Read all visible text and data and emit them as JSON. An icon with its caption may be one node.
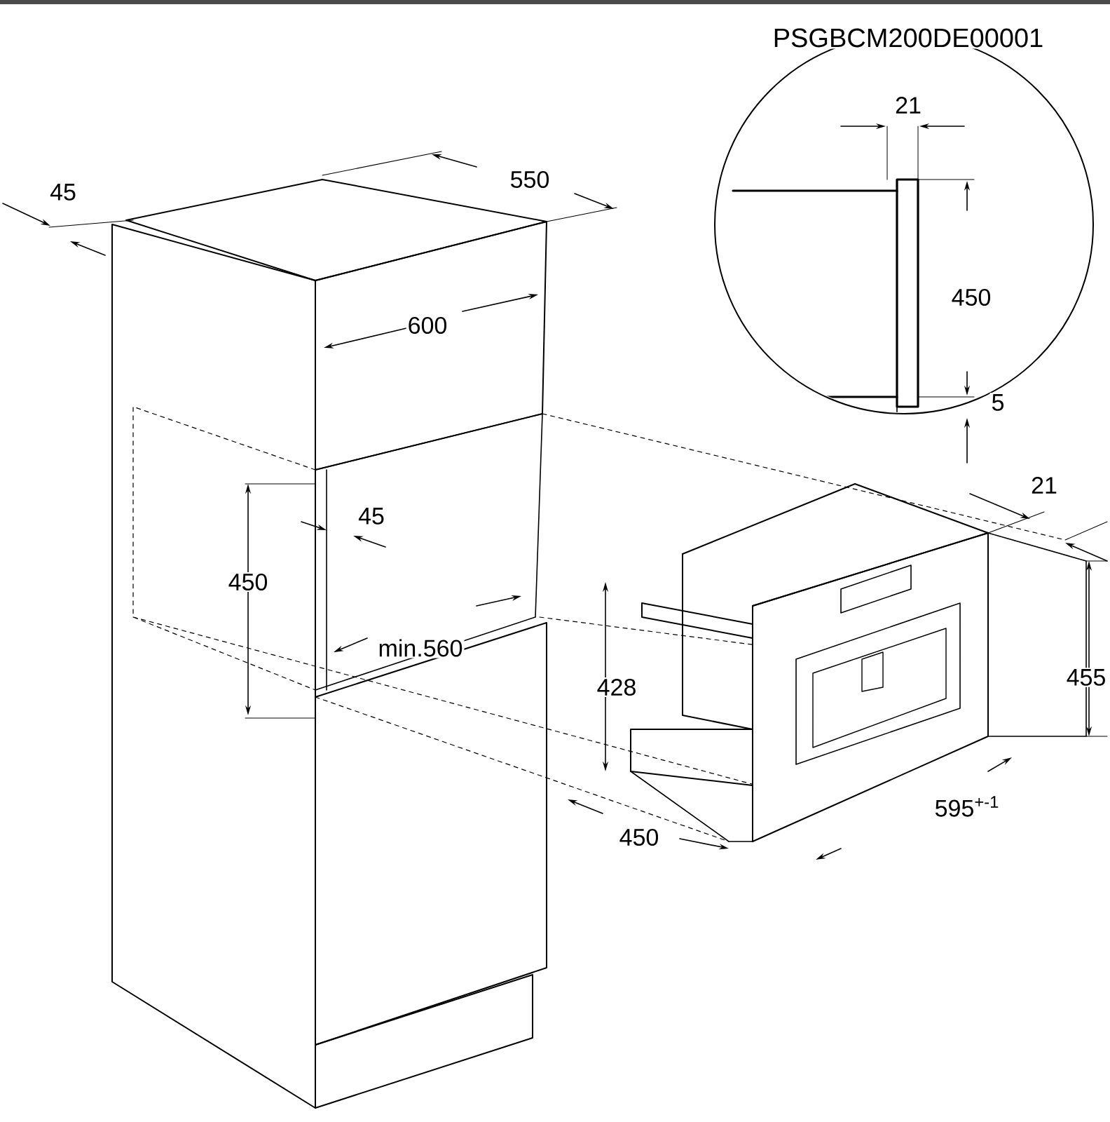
{
  "diagram": {
    "labels": [
      "PSGBCM200DE00001",
      "45",
      "550",
      "21",
      "600",
      "450",
      "5",
      "21",
      "45",
      "450",
      "min.560",
      "428",
      "455",
      "595$^{+-1}$",
      "450"
    ]
  }
}
